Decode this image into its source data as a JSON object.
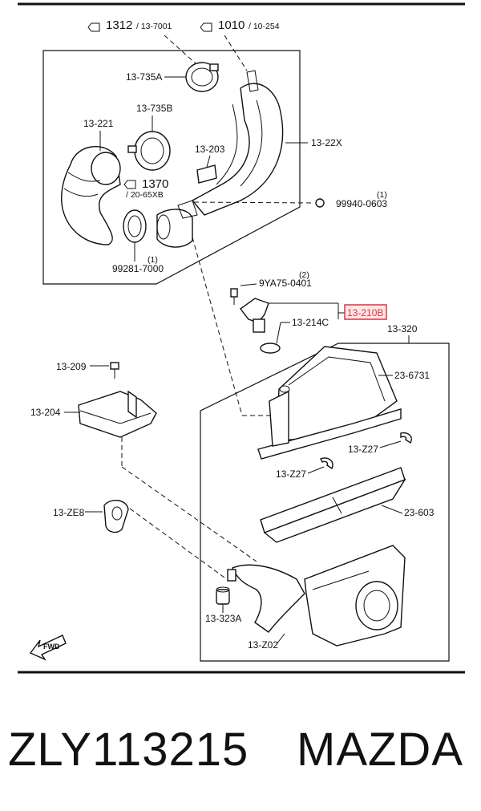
{
  "diagram": {
    "labels": {
      "ref_1312": "1312",
      "ref_1312_sub": "/ 13-7001",
      "ref_1010": "1010",
      "ref_1010_sub": "/ 10-254",
      "p_13_735A": "13-735A",
      "p_13_735B": "13-735B",
      "p_13_221": "13-221",
      "p_13_203": "13-203",
      "p_13_22X": "13-22X",
      "ref_1370": "1370",
      "ref_1370_sub": "/ 20-65XB",
      "q1_a": "(1)",
      "p_99940": "99940-0603",
      "q1_b": "(1)",
      "p_99281": "99281-7000",
      "q2": "(2)",
      "p_9YA75": "9YA75-0401",
      "p_13_210B": "13-210B",
      "p_13_214C": "13-214C",
      "p_13_320": "13-320",
      "p_13_209": "13-209",
      "p_23_6731": "23-6731",
      "p_13_204": "13-204",
      "p_13_Z27_a": "13-Z27",
      "p_13_Z27_b": "13-Z27",
      "p_23_603": "23-603",
      "p_13_ZE8": "13-ZE8",
      "p_13_323A": "13-323A",
      "p_13_Z02": "13-Z02",
      "fwd": "FWD"
    },
    "highlight_color": "#e0323c"
  },
  "caption": {
    "part_number": "ZLY113215",
    "brand": "MAZDA"
  }
}
